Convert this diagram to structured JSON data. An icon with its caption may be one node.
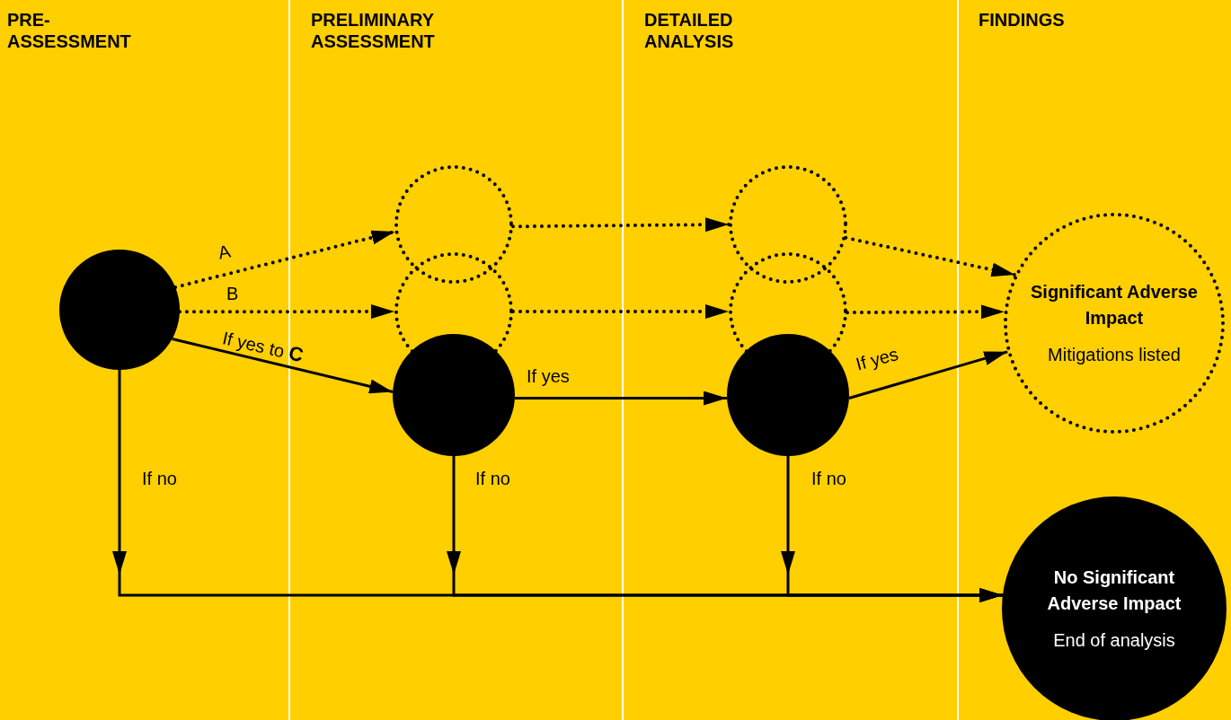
{
  "diagram": {
    "nodes": [
      {
        "text": [],
        "shape": "circle"
      },
      {
        "text": [],
        "shape": "circle"
      },
      {
        "text": [],
        "shape": "circle"
      },
      {
        "text": [],
        "shape": "circle"
      },
      {
        "text": [],
        "shape": "circle"
      },
      {
        "text": [],
        "shape": "circle"
      },
      {
        "text": [],
        "shape": "circle"
      },
      {
        "text": [
          "Significant Adverse Impact",
          "Mitigations listed"
        ]
      },
      {
        "text": [
          "No Significant Adverse Impact",
          "End of analysis"
        ]
      }
    ],
    "edges": [
      {
        "from": 0,
        "to": 1,
        "arrow": "to",
        "label": "A",
        "style": "dashed"
      },
      {
        "from": 0,
        "to": 2,
        "arrow": "to",
        "label": "B",
        "style": "dashed"
      },
      {
        "from": 0,
        "to": 3,
        "arrow": "to",
        "label": "If yes to **C**"
      },
      {
        "from": 1,
        "to": 4,
        "arrow": "to",
        "style": "dashed"
      },
      {
        "from": 2,
        "to": 5,
        "arrow": "to",
        "style": "dashed"
      },
      {
        "from": 3,
        "to": 6,
        "arrow": "to",
        "label": "If yes"
      },
      {
        "from": 4,
        "to": 7,
        "arrow": "to",
        "style": "dashed"
      },
      {
        "from": 5,
        "to": 7,
        "arrow": "to",
        "style": "dashed"
      },
      {
        "from": 6,
        "to": 7,
        "arrow": "to",
        "label": "If yes"
      },
      {
        "from": 0,
        "to": 8,
        "arrow": "to",
        "label": "If no"
      },
      {
        "from": 3,
        "to": 8,
        "arrow": "to",
        "label": "If no"
      },
      {
        "from": 6,
        "to": 8,
        "arrow": "to",
        "label": "If no"
      }
    ],
    "labels": [
      "PRE- ASSESSMENT",
      "PRELIMINARY ASSESSMENT",
      "DETAILED ANALYSIS",
      "FINDINGS"
    ]
  }
}
